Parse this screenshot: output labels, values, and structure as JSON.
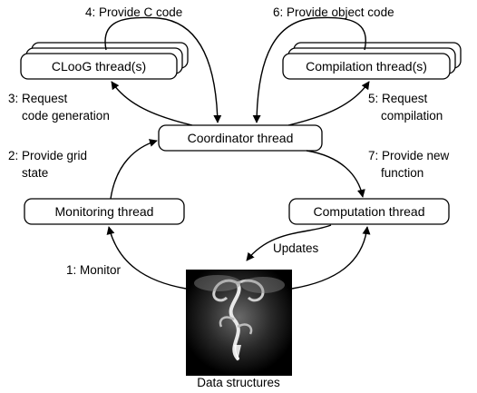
{
  "nodes": {
    "cloog": "CLooG thread(s)",
    "compilation": "Compilation thread(s)",
    "coordinator": "Coordinator thread",
    "monitoring": "Monitoring thread",
    "computation": "Computation thread",
    "data": "Data structures"
  },
  "edges": {
    "e4": "4: Provide C code",
    "e6": "6: Provide object code",
    "e3_line1": "3: Request",
    "e3_line2": "code generation",
    "e5_line1": "5: Request",
    "e5_line2": "compilation",
    "e2_line1": "2: Provide grid",
    "e2_line2": "state",
    "e7_line1": "7: Provide new",
    "e7_line2": "function",
    "updates": "Updates",
    "e1": "1: Monitor"
  }
}
